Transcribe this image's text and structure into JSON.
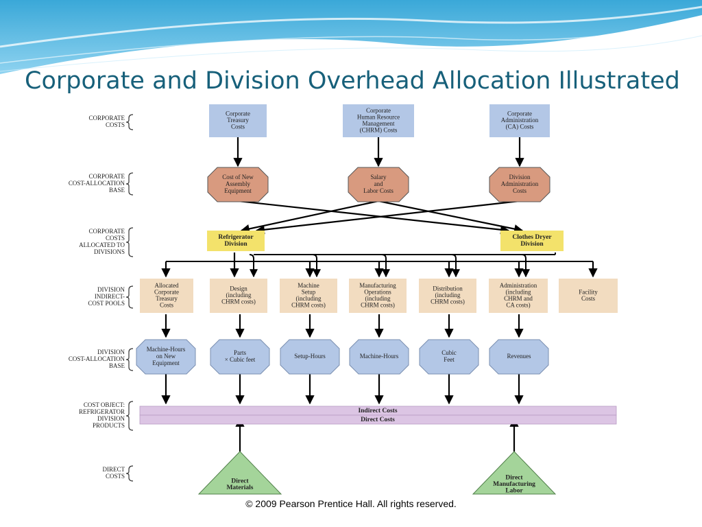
{
  "slide": {
    "title": "Corporate and Division Overhead Allocation Illustrated",
    "footer": "© 2009 Pearson Prentice Hall. All rights reserved."
  },
  "colors": {
    "title": "#17607a",
    "corporate_box": "#b3c7e6",
    "allocation_base_octagon": "#d89a7f",
    "division_box": "#f3e26b",
    "cost_pool": "#f2dcc0",
    "division_base": "#b3c7e6",
    "cost_object_band": "#dcc5e4",
    "direct_cost_triangle": "#a4d49a"
  },
  "diagram": {
    "sections": [
      {
        "lines": [
          "CORPORATE",
          "COSTS"
        ]
      },
      {
        "lines": [
          "CORPORATE",
          "COST-ALLOCATION",
          "BASE"
        ]
      },
      {
        "lines": [
          "CORPORATE",
          "COSTS",
          "ALLOCATED TO",
          "DIVISIONS"
        ]
      },
      {
        "lines": [
          "DIVISION",
          "INDIRECT-",
          "COST POOLS"
        ]
      },
      {
        "lines": [
          "DIVISION",
          "COST-ALLOCATION",
          "BASE"
        ]
      },
      {
        "lines": [
          "COST OBJECT:",
          "REFRIGERATOR",
          "DIVISION",
          "PRODUCTS"
        ]
      },
      {
        "lines": [
          "DIRECT",
          "COSTS"
        ]
      }
    ],
    "corporate_costs": [
      {
        "lines": [
          "Corporate",
          "Treasury",
          "Costs"
        ]
      },
      {
        "lines": [
          "Corporate",
          "Human Resource",
          "Management",
          "(CHRM) Costs"
        ]
      },
      {
        "lines": [
          "Corporate",
          "Administration",
          "(CA) Costs"
        ]
      }
    ],
    "corporate_bases": [
      {
        "lines": [
          "Cost of New",
          "Assembly",
          "Equipment"
        ]
      },
      {
        "lines": [
          "Salary",
          "and",
          "Labor Costs"
        ]
      },
      {
        "lines": [
          "Division",
          "Administration",
          "Costs"
        ]
      }
    ],
    "divisions": [
      {
        "lines": [
          "Refrigerator",
          "Division"
        ]
      },
      {
        "lines": [
          "Clothes Dryer",
          "Division"
        ]
      }
    ],
    "cost_pools": [
      {
        "lines": [
          "Allocated",
          "Corporate",
          "Treasury",
          "Costs"
        ]
      },
      {
        "lines": [
          "Design",
          "(including",
          "CHRM costs)"
        ]
      },
      {
        "lines": [
          "Machine",
          "Setup",
          "(including",
          "CHRM costs)"
        ]
      },
      {
        "lines": [
          "Manufacturing",
          "Operations",
          "(including",
          "CHRM costs)"
        ]
      },
      {
        "lines": [
          "Distribution",
          "(including",
          "CHRM costs)"
        ]
      },
      {
        "lines": [
          "Administration",
          "(including",
          "CHRM and",
          "CA costs)"
        ]
      },
      {
        "lines": [
          "Facility",
          "Costs"
        ]
      }
    ],
    "division_bases": [
      {
        "lines": [
          "Machine-Hours",
          "on New",
          "Equipment"
        ]
      },
      {
        "lines": [
          "Parts",
          "× Cubic feet"
        ]
      },
      {
        "lines": [
          "Setup-Hours"
        ]
      },
      {
        "lines": [
          "Machine-Hours"
        ]
      },
      {
        "lines": [
          "Cubic",
          "Feet"
        ]
      },
      {
        "lines": [
          "Revenues"
        ]
      }
    ],
    "cost_object": {
      "indirect": "Indirect Costs",
      "direct": "Direct Costs"
    },
    "direct_costs": [
      {
        "lines": [
          "Direct",
          "Materials"
        ]
      },
      {
        "lines": [
          "Direct",
          "Manufacturing",
          "Labor"
        ]
      }
    ]
  }
}
